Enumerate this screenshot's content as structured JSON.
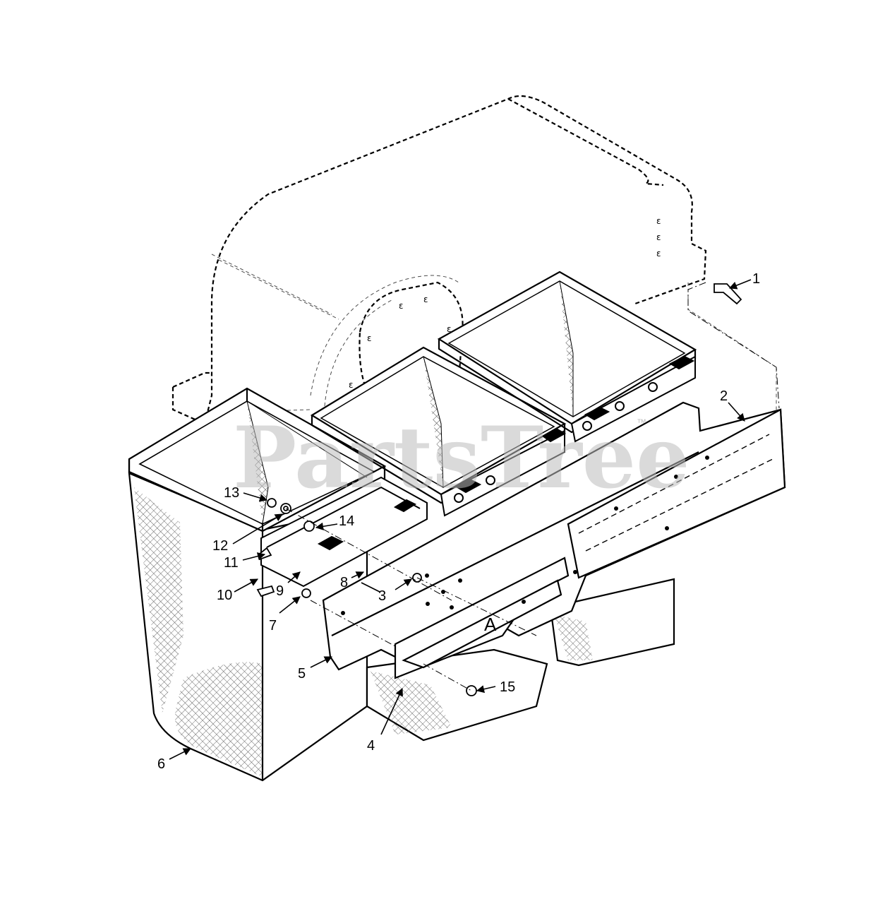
{
  "watermark": {
    "text": "PartsTree",
    "trademark": "™"
  },
  "callouts": [
    "1",
    "2",
    "3",
    "4",
    "5",
    "6",
    "7",
    "8",
    "9",
    "10",
    "11",
    "12",
    "13",
    "14",
    "15"
  ],
  "view_label": "A",
  "colors": {
    "line": "#000000",
    "mesh": "#444444",
    "watermark": "#bdbdbd"
  }
}
